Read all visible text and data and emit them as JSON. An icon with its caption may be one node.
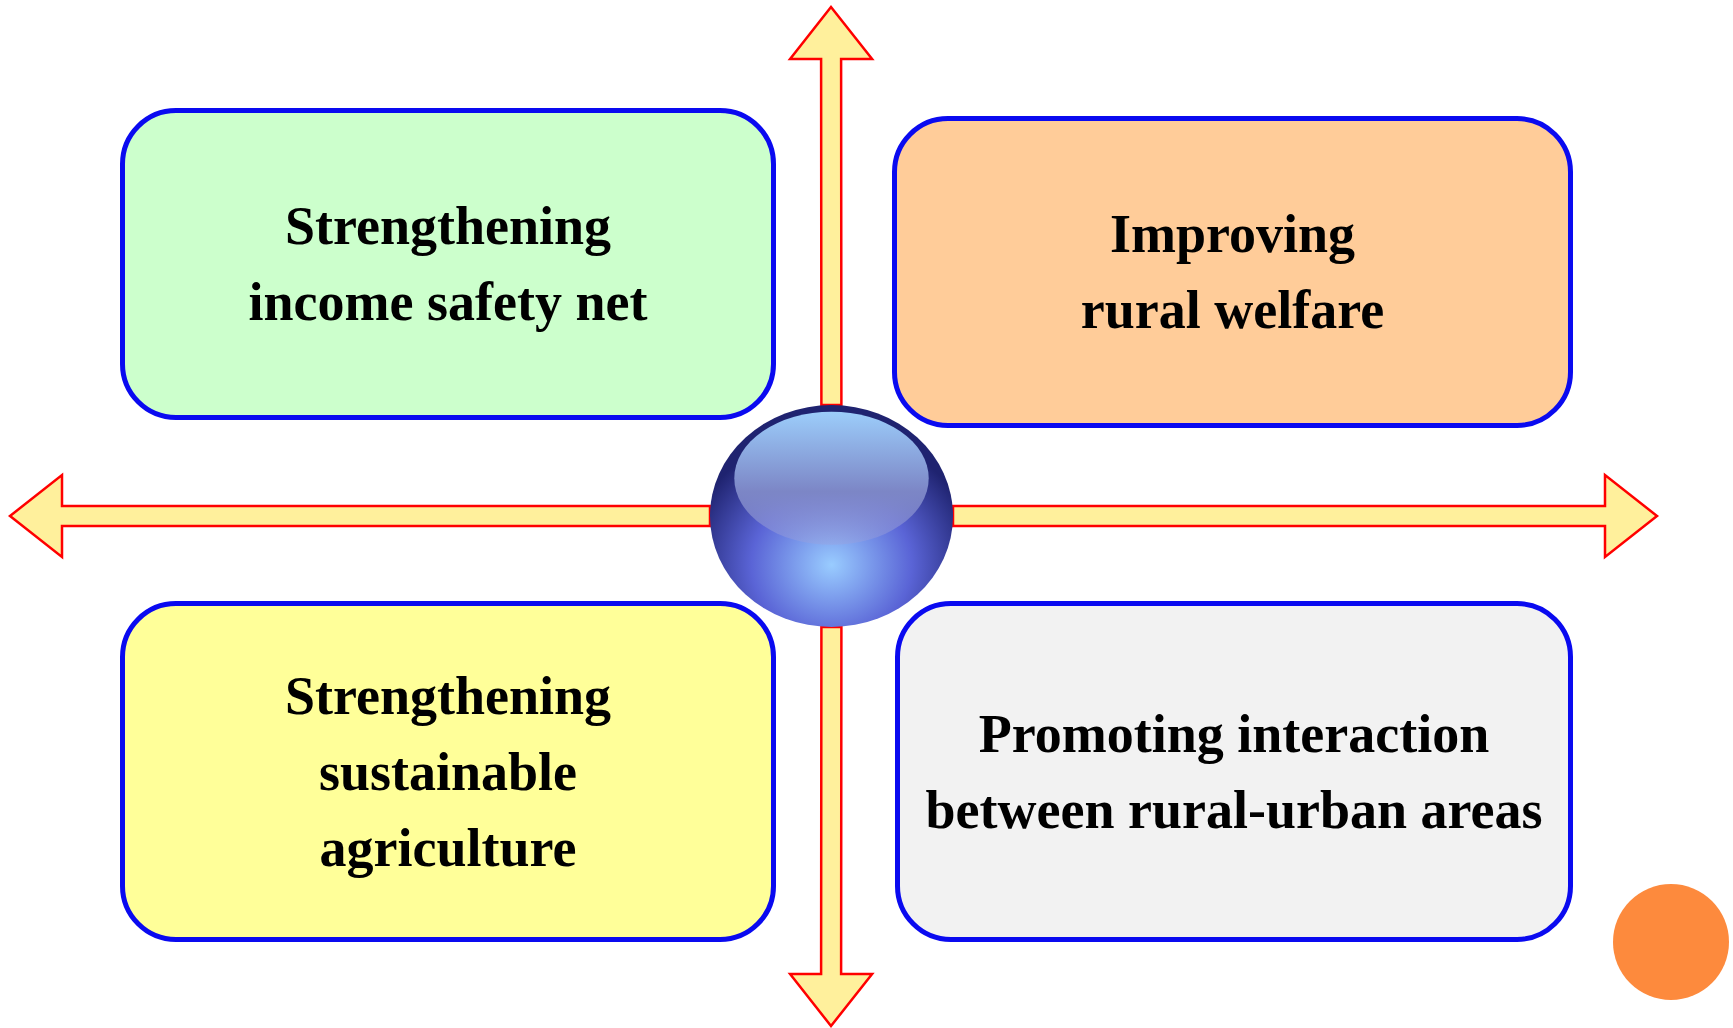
{
  "diagram": {
    "nodes": [
      {
        "text": [
          "Strengthening income safety net"
        ]
      },
      {
        "text": [
          "Improving rural welfare"
        ]
      },
      {
        "text": [
          "Strengthening sustainable agriculture"
        ]
      },
      {
        "text": [
          "Promoting interaction between rural-urban areas"
        ]
      },
      {
        "text": [],
        "shape": "circle"
      },
      {
        "text": [],
        "shape": "circle"
      }
    ],
    "edges": [
      {
        "from": 4,
        "to": null,
        "arrow": "to"
      },
      {
        "from": 4,
        "to": null,
        "arrow": "to"
      },
      {
        "from": 4,
        "to": null,
        "arrow": "to"
      },
      {
        "from": 4,
        "to": null,
        "arrow": "to"
      }
    ]
  }
}
